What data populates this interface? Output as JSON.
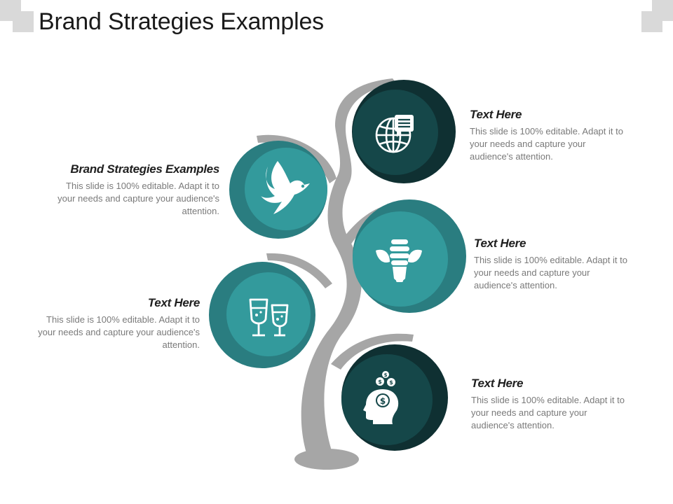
{
  "title": "Brand Strategies Examples",
  "colors": {
    "teal_light": "#339a9c",
    "teal_mid": "#2a7d80",
    "teal_dark": "#154749",
    "teal_darkest": "#0f3032",
    "trunk": "#a6a6a6",
    "corner": "#d9d9d9"
  },
  "nodes": [
    {
      "heading": "Brand Strategies Examples",
      "body": "This slide is 100% editable. Adapt it to your needs and capture your audience's attention.",
      "icon": "dove-icon"
    },
    {
      "heading": "Text Here",
      "body": "This slide is 100% editable. Adapt it to your needs and capture your audience's attention.",
      "icon": "globe-chat-icon"
    },
    {
      "heading": "Text Here",
      "body": "This slide is 100% editable. Adapt it to your needs and capture your audience's attention.",
      "icon": "eco-bulb-icon"
    },
    {
      "heading": "Text Here",
      "body": "This slide is 100% editable. Adapt it to your needs and capture your audience's attention.",
      "icon": "wine-glasses-icon"
    },
    {
      "heading": "Text Here",
      "body": "This slide is 100% editable. Adapt it to your needs and capture your audience's attention.",
      "icon": "money-head-icon"
    }
  ]
}
